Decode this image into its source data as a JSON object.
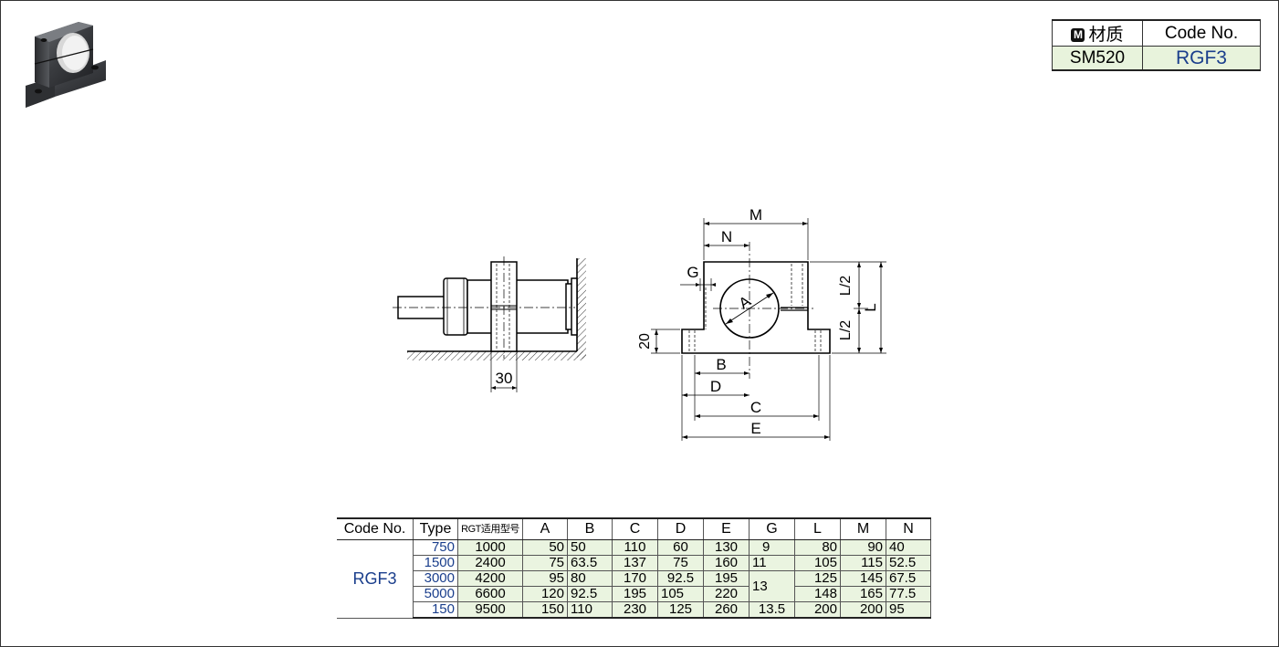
{
  "material_table": {
    "badge": "M",
    "material_header": "材质",
    "code_header": "Code No.",
    "material_value": "SM520",
    "code_value": "RGF3"
  },
  "drawing_labels": {
    "M": "M",
    "N": "N",
    "G": "G",
    "A": "A",
    "L_half_top": "L/2",
    "L_half_bottom": "L/2",
    "L": "L",
    "twenty": "20",
    "B": "B",
    "D": "D",
    "C": "C",
    "E": "E",
    "thirty": "30"
  },
  "spec_table": {
    "headers": [
      "Code No.",
      "Type",
      "RGT适用型号",
      "A",
      "B",
      "C",
      "D",
      "E",
      "G",
      "L",
      "M",
      "N"
    ],
    "code": "RGF3",
    "rows": [
      {
        "type": "750",
        "rgt": "1000",
        "A": "50",
        "B": "50",
        "C": "110",
        "D": "60",
        "E": "130",
        "G": "9",
        "L": "80",
        "M": "90",
        "N": "40"
      },
      {
        "type": "1500",
        "rgt": "2400",
        "A": "75",
        "B": "63.5",
        "C": "137",
        "D": "75",
        "E": "160",
        "G": "11",
        "L": "105",
        "M": "115",
        "N": "52.5"
      },
      {
        "type": "3000",
        "rgt": "4200",
        "A": "95",
        "B": "80",
        "C": "170",
        "D": "92.5",
        "E": "195",
        "G": "13",
        "L": "125",
        "M": "145",
        "N": "67.5"
      },
      {
        "type": "5000",
        "rgt": "6600",
        "A": "120",
        "B": "92.5",
        "C": "195",
        "D": "105",
        "E": "220",
        "G": "",
        "L": "148",
        "M": "165",
        "N": "77.5"
      },
      {
        "type": "150",
        "rgt": "9500",
        "A": "150",
        "B": "110",
        "C": "230",
        "D": "125",
        "E": "260",
        "G": "13.5",
        "L": "200",
        "M": "200",
        "N": "95"
      }
    ]
  }
}
